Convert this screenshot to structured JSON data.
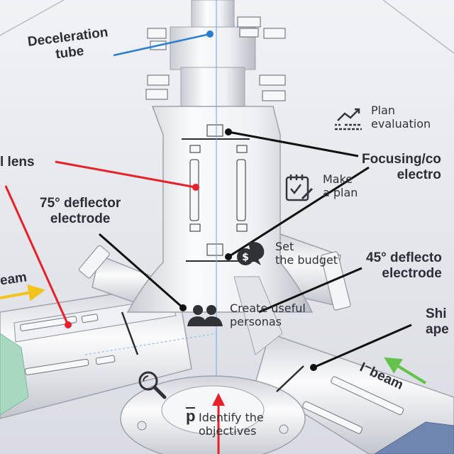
{
  "labels": {
    "deceleration_tube": "Deceleration\ntube",
    "lens": "l lens",
    "deflector_75": "75° deflector\nelectrode",
    "focusing": "Focusing/co\nelectro",
    "deflector_45": "45° deflecto\nelectrode",
    "shield": "Shi\nape",
    "i_beam": "I⁻beam",
    "left_beam": "eam",
    "p_symbol": "p"
  },
  "steps": [
    {
      "text": "Plan\nevaluation",
      "icon": "chart-trend-icon"
    },
    {
      "text": "Make\na plan",
      "icon": "checklist-pencil-icon"
    },
    {
      "text": "Set\nthe budget",
      "icon": "money-chat-icon"
    },
    {
      "text": "Create useful\npersonas",
      "icon": "people-icon"
    },
    {
      "text": "Identify the\nobjectives",
      "icon": "magnifier-icon"
    }
  ],
  "colors": {
    "pointer_red": "#e8202a",
    "pointer_blue": "#2a7fd0",
    "arrow_yellow": "#f3c21b",
    "arrow_green": "#63c24a",
    "leader_black": "#111111",
    "metal": "#f3f4f6"
  }
}
